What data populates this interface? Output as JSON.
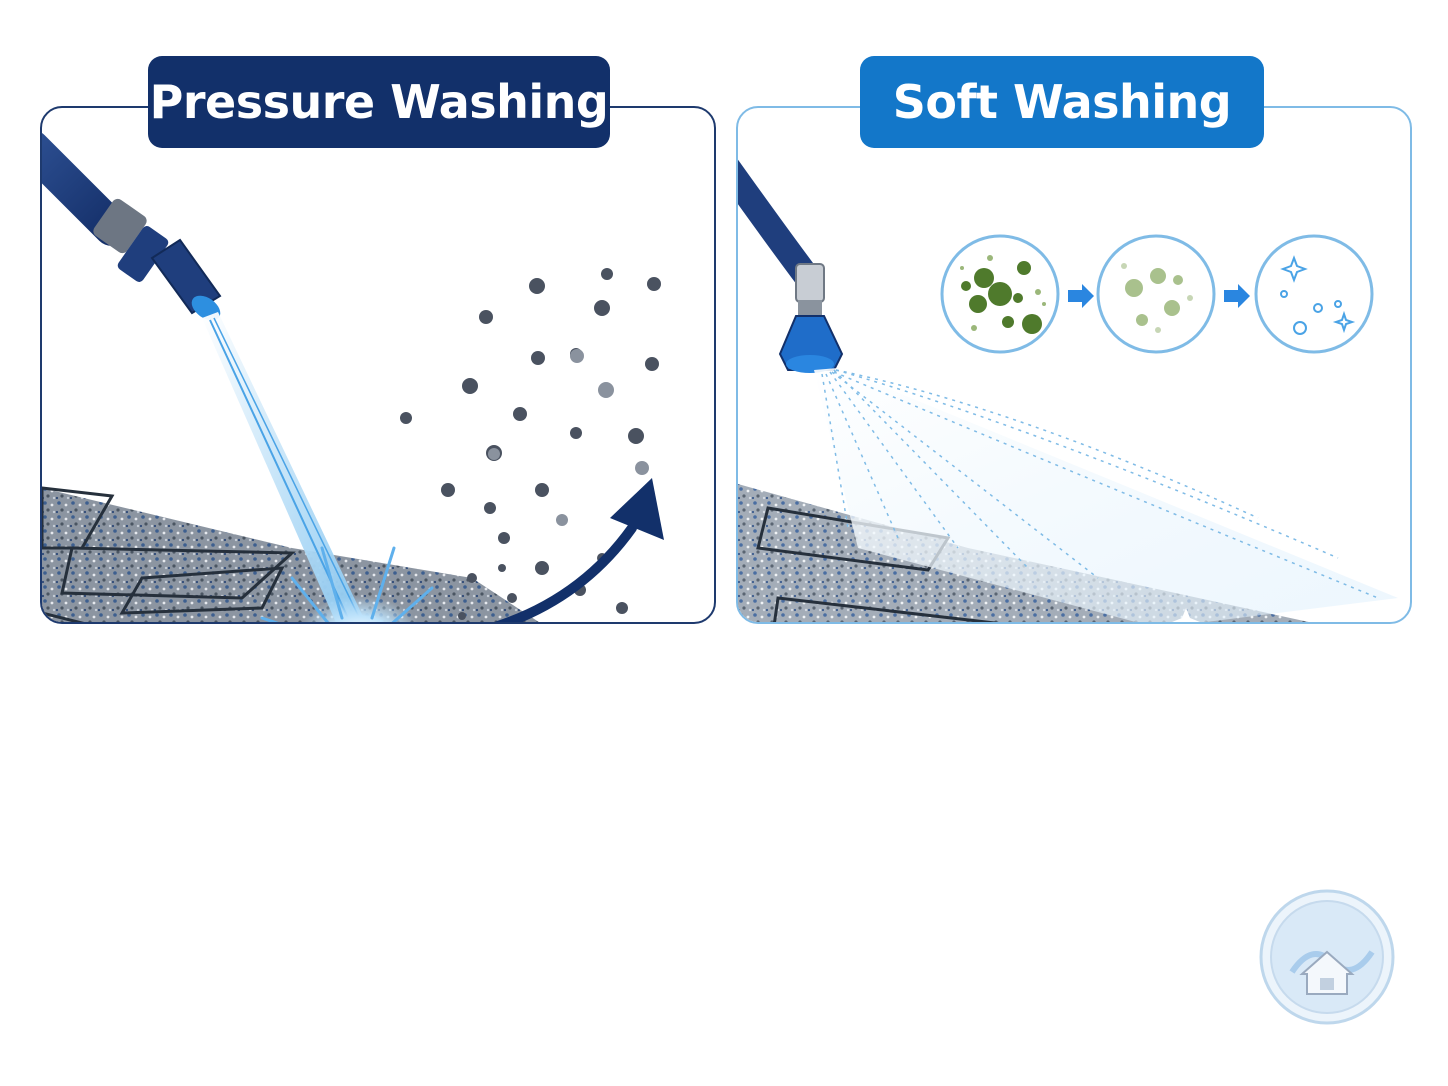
{
  "panels": {
    "left": {
      "title": "Pressure Washing"
    },
    "right": {
      "title": "Soft Washing"
    }
  },
  "colors": {
    "navy": "#12306a",
    "blue": "#1377c9",
    "water": "#9ad0f2",
    "shingle": "#8e97a3",
    "algae": "#4f7a2c"
  },
  "icons": [
    "nozzle-icon",
    "debris-icon",
    "arrow-icon",
    "algae-icon",
    "sparkle-icon",
    "house-logo-icon"
  ],
  "process_steps": [
    "algae",
    "fading",
    "clean"
  ]
}
